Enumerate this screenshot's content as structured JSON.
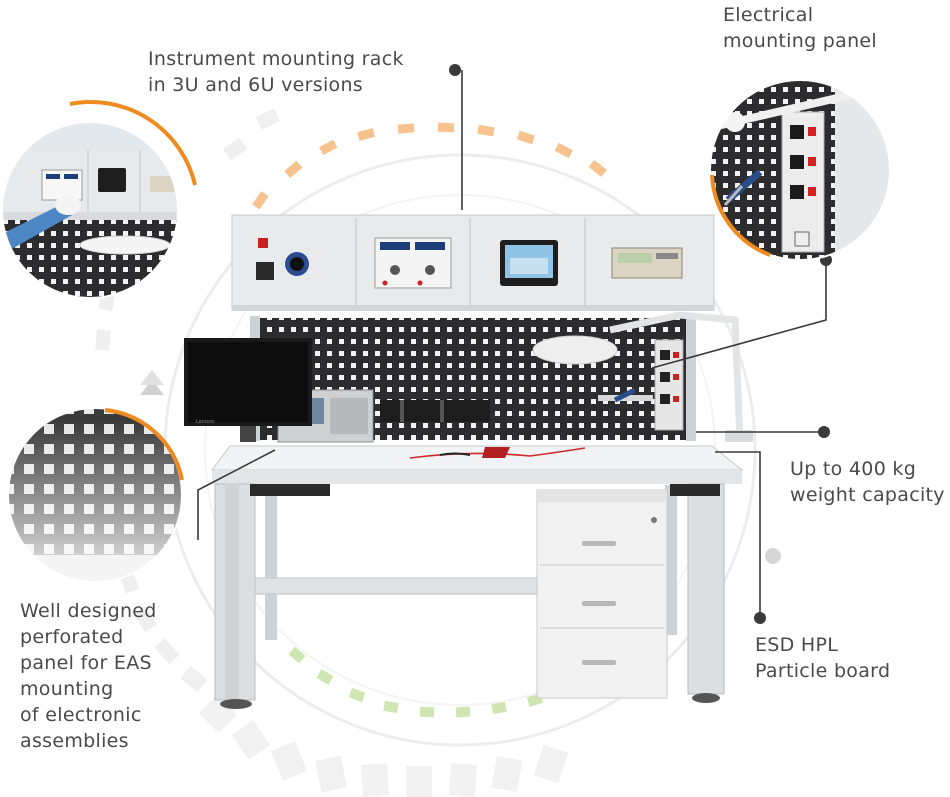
{
  "callouts": {
    "rack": {
      "lines": [
        "Instrument mounting rack",
        "in 3U and 6U versions"
      ]
    },
    "electrical": {
      "lines": [
        "Electrical",
        "mounting panel"
      ]
    },
    "weight": {
      "lines": [
        "Up to 400 kg",
        "weight capacity"
      ]
    },
    "board": {
      "lines": [
        "ESD HPL",
        "Particle board"
      ]
    },
    "perforated": {
      "lines": [
        "Well designed",
        "perforated",
        "panel for EAS",
        "mounting",
        "of electronic",
        "assemblies"
      ]
    }
  },
  "instruments": {
    "monitor_brand": "Lenovo"
  },
  "colors": {
    "accent_orange": "#ef8a1f",
    "accent_green": "#a6cf72",
    "text": "#4a4a4a",
    "frame": "#d9dcdf",
    "dark": "#3a3a3a"
  }
}
